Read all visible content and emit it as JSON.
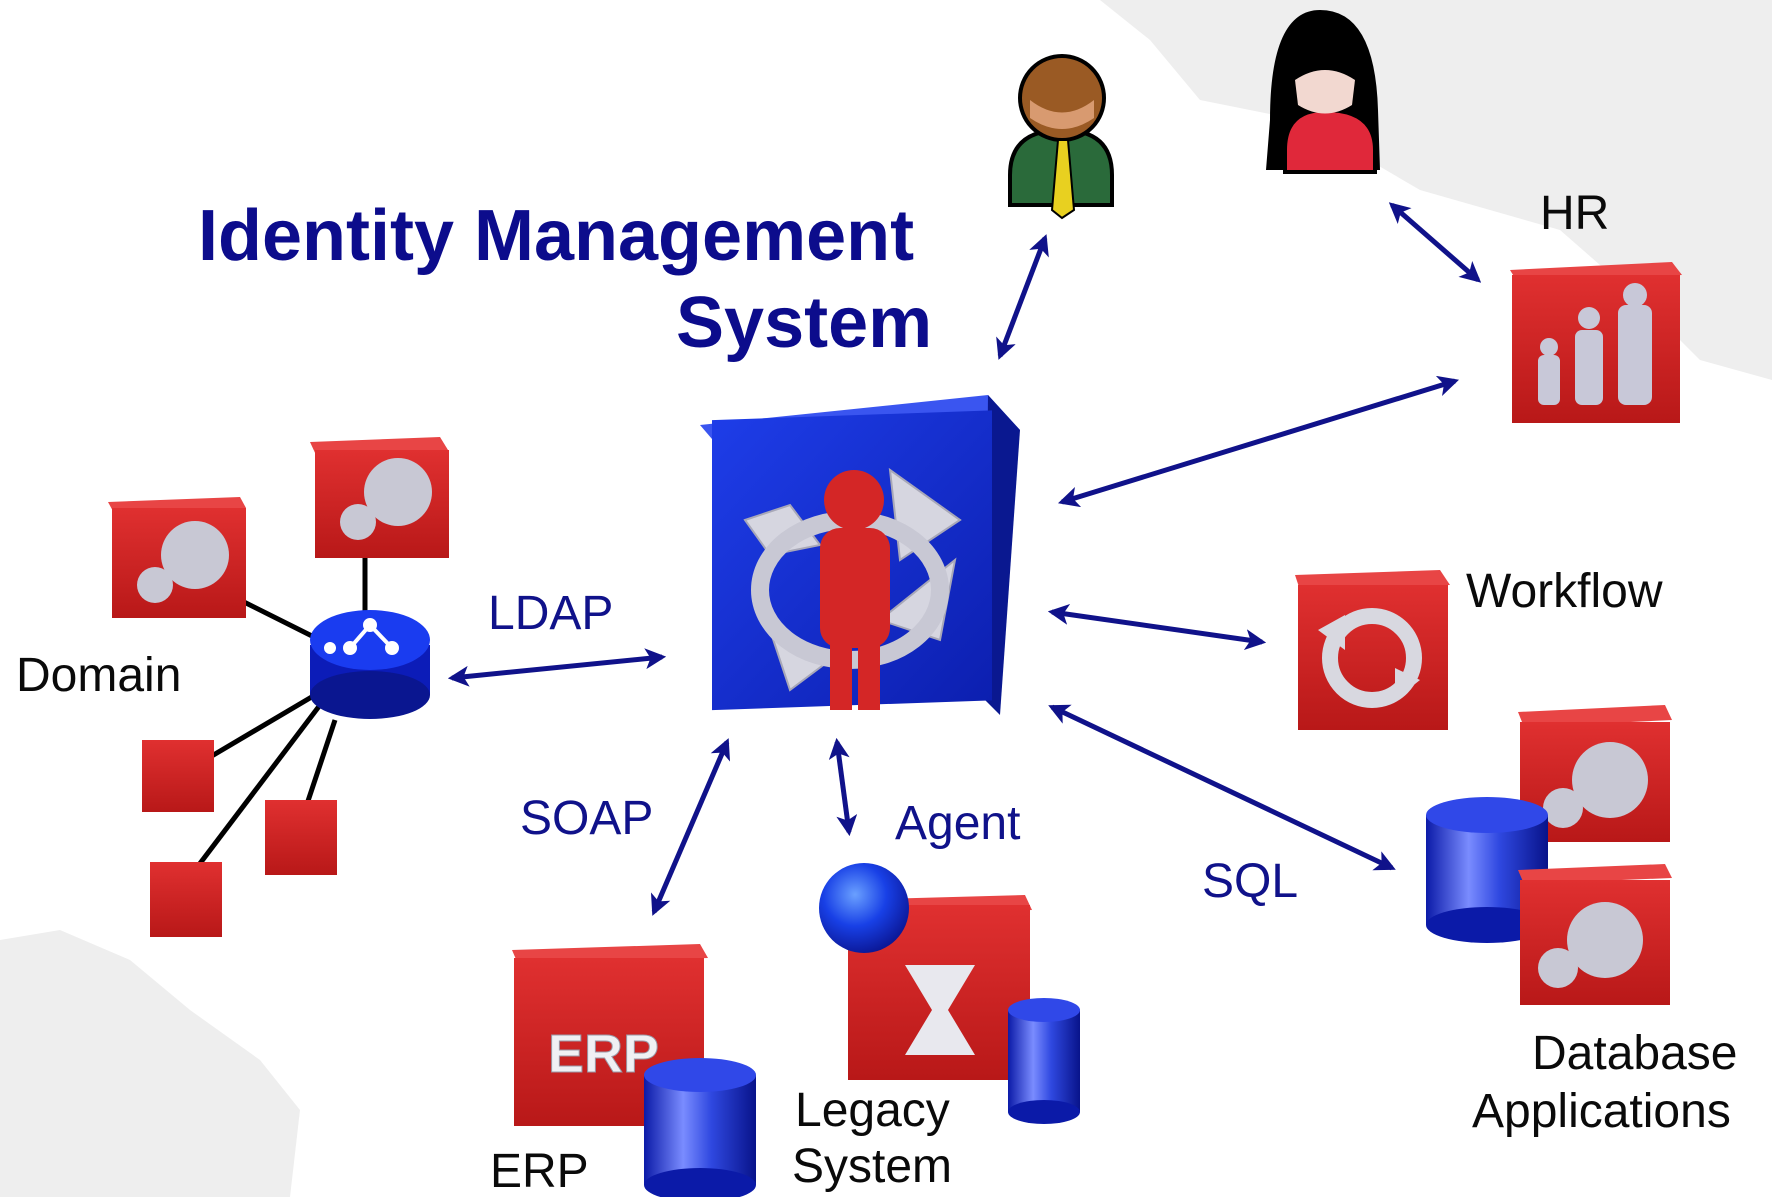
{
  "title": {
    "line1": "Identity Management",
    "line2": "System"
  },
  "labels": {
    "hr": "HR",
    "workflow": "Workflow",
    "domain": "Domain",
    "ldap": "LDAP",
    "soap": "SOAP",
    "agent": "Agent",
    "sql": "SQL",
    "database_line1": "Database",
    "database_line2": "Applications",
    "legacy_line1": "Legacy",
    "legacy_line2": "System",
    "erp": "ERP",
    "erp_box_text": "ERP"
  },
  "colors": {
    "title": "#0c0c8c",
    "protocol_text": "#10128a",
    "arrow": "#10128a",
    "red_box": "#cc2020",
    "blue_box": "#1a2ed0",
    "gear": "#c8c8d4"
  },
  "icons": [
    "user-man-icon",
    "user-woman-icon",
    "hr-people-icon",
    "workflow-cycle-icon",
    "gear-icon",
    "database-cylinder-icon",
    "hourglass-icon",
    "network-hub-icon",
    "agent-sphere-icon"
  ]
}
